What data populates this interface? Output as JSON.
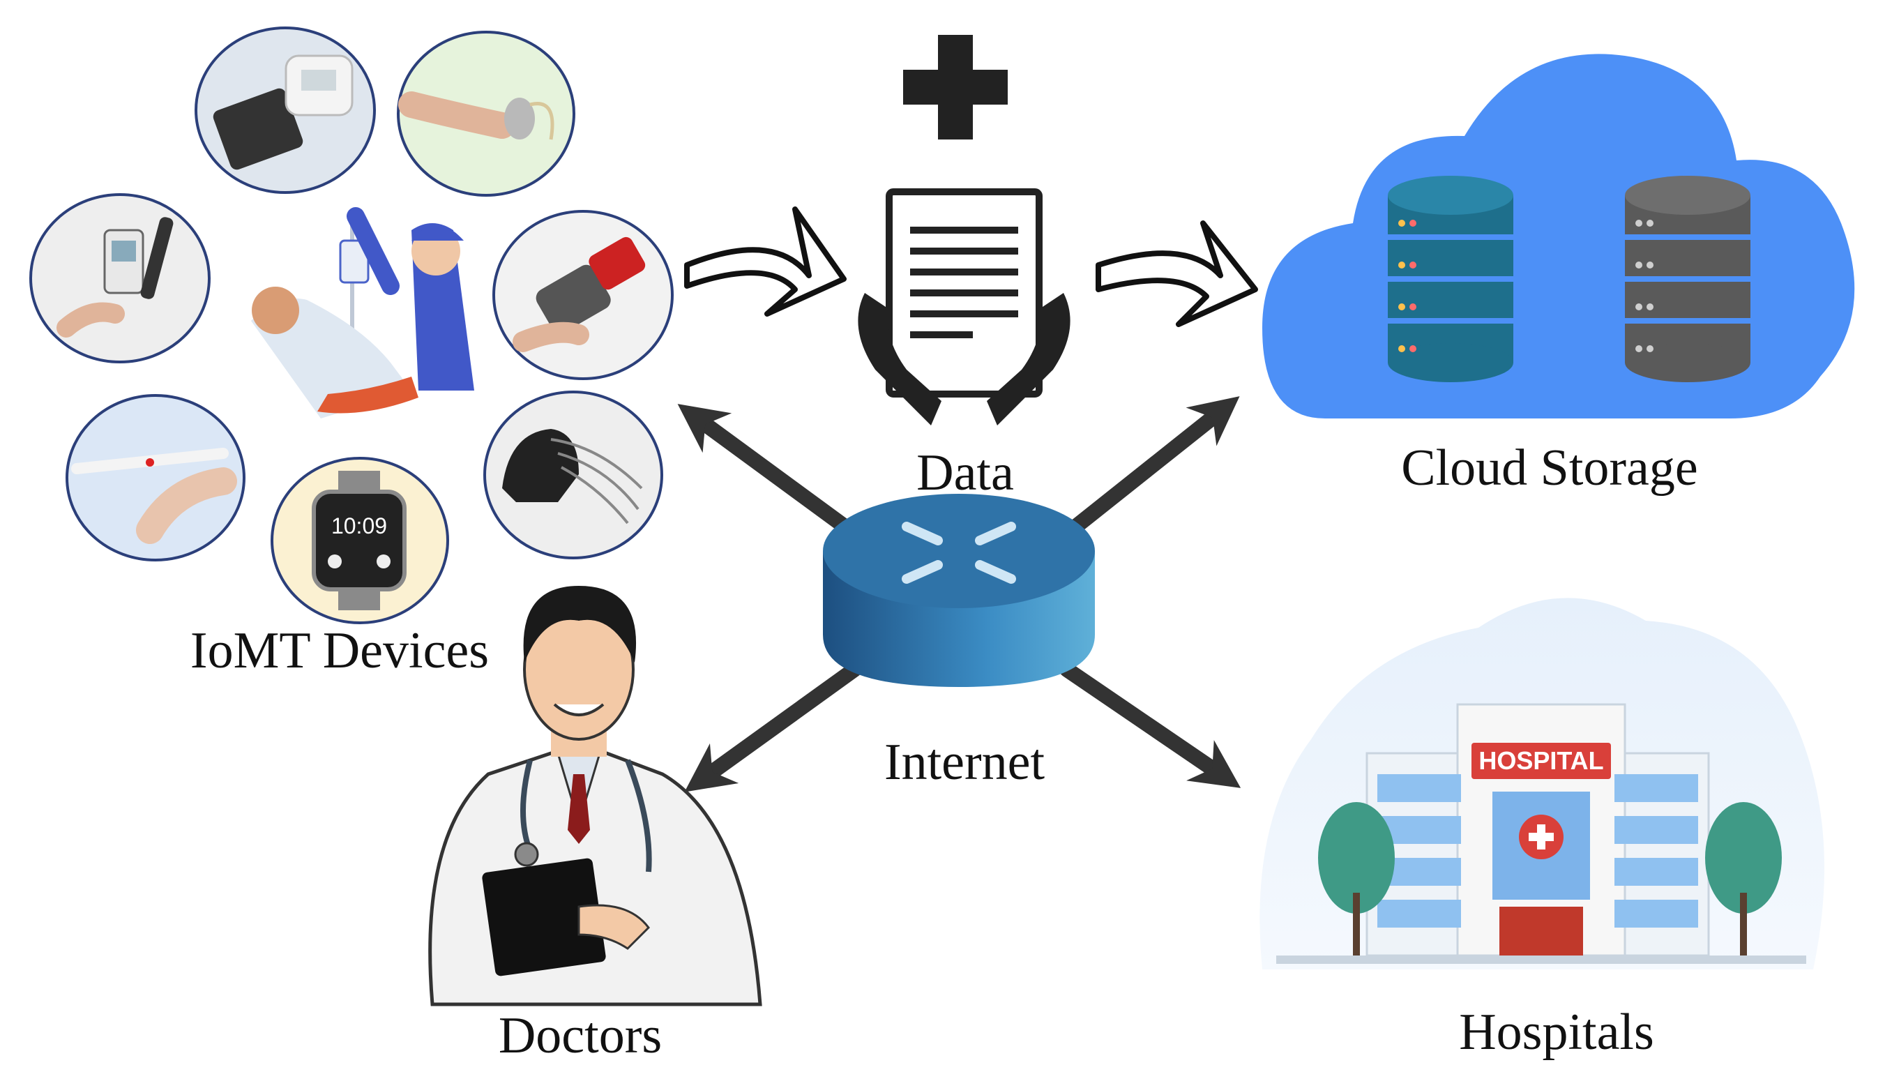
{
  "labels": {
    "iomt": "IoMT Devices",
    "data": "Data",
    "cloud": "Cloud Storage",
    "internet": "Internet",
    "doctors": "Doctors",
    "hospitals": "Hospitals"
  },
  "hospital_sign": "HOSPITAL",
  "watch_time": "10:09",
  "colors": {
    "cloud": "#4d90f7",
    "server_teal": "#1e6f8c",
    "server_gray": "#5a5a5a",
    "router": "#2f73a8",
    "hospital_sign": "#d9403a",
    "arrow": "#333333"
  },
  "icons": [
    "medical-cross-icon",
    "document-hands-icon",
    "database-icon",
    "router-icon",
    "doctor-figure",
    "hospital-building",
    "device-circle"
  ]
}
